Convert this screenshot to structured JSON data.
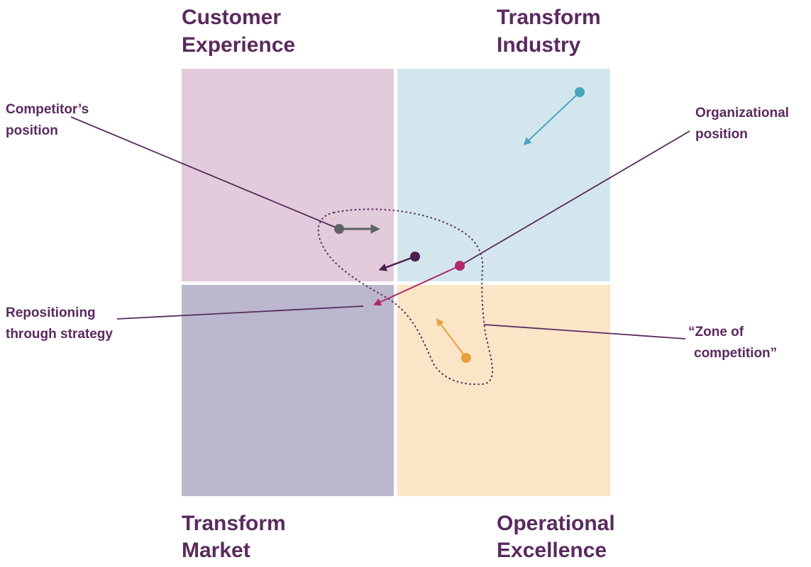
{
  "quadrants": {
    "top_left": {
      "line1": "Customer",
      "line2": "Experience",
      "color": "#e2cbdb"
    },
    "top_right": {
      "line1": "Transform",
      "line2": "Industry",
      "color": "#d3e6ee"
    },
    "bottom_left": {
      "line1": "Transform",
      "line2": "Market",
      "color": "#bbb7cc"
    },
    "bottom_right": {
      "line1": "Operational",
      "line2": "Excellence",
      "color": "#fbe5c7"
    }
  },
  "callouts": {
    "competitor": {
      "line1": "Competitor’s",
      "line2": "position"
    },
    "organizational": {
      "line1": "Organizational",
      "line2": "position"
    },
    "repositioning": {
      "line1": "Repositioning",
      "line2": "through strategy"
    },
    "zone": {
      "line1": "“Zone of",
      "line2": "competition”"
    }
  },
  "colors": {
    "text": "#5a2a5e",
    "competitor": "#5d6360",
    "dark_purple": "#4b1f4f",
    "magenta": "#b0286e",
    "teal": "#4aa5bf",
    "orange": "#e8a038"
  }
}
